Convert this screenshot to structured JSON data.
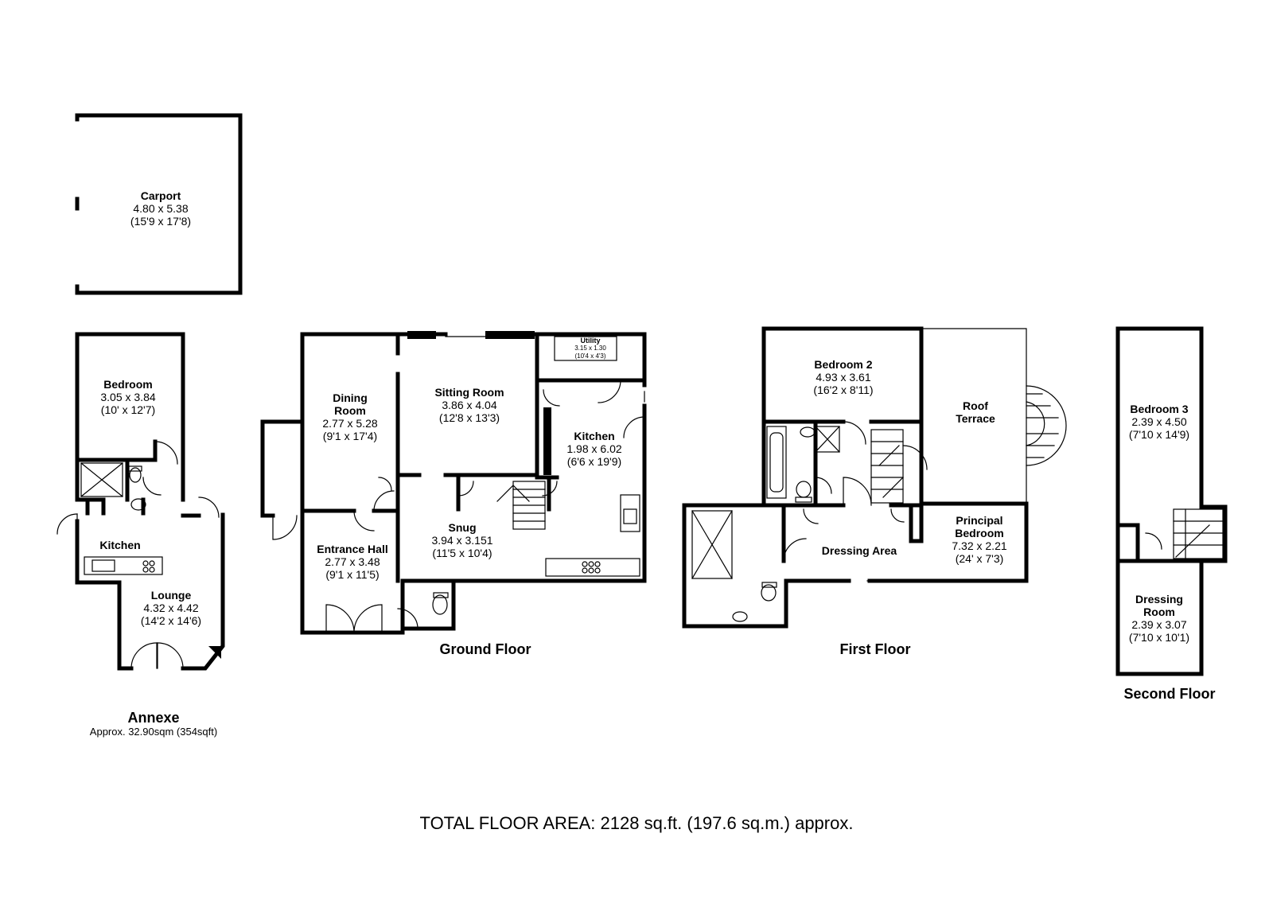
{
  "rooms": {
    "carport": {
      "name": "Carport",
      "dim1": "4.80 x 5.38",
      "dim2": "(15'9 x 17'8)"
    },
    "annexe_bedroom": {
      "name": "Bedroom",
      "dim1": "3.05 x 3.84",
      "dim2": "(10' x 12'7)"
    },
    "annexe_kitchen": {
      "name": "Kitchen"
    },
    "annexe_lounge": {
      "name": "Lounge",
      "dim1": "4.32 x 4.42",
      "dim2": "(14'2 x 14'6)"
    },
    "dining_room": {
      "name_line1": "Dining",
      "name_line2": "Room",
      "dim1": "2.77 x 5.28",
      "dim2": "(9'1 x 17'4)"
    },
    "sitting_room": {
      "name": "Sitting Room",
      "dim1": "3.86 x 4.04",
      "dim2": "(12'8 x 13'3)"
    },
    "utility": {
      "name": "Utility",
      "dim1": "3.15 x 1.30",
      "dim2": "(10'4 x 4'3)"
    },
    "kitchen": {
      "name": "Kitchen",
      "dim1": "1.98 x 6.02",
      "dim2": "(6'6 x 19'9)"
    },
    "snug": {
      "name": "Snug",
      "dim1": "3.94 x 3.151",
      "dim2": "(11'5 x 10'4)"
    },
    "entrance_hall": {
      "name": "Entrance Hall",
      "dim1": "2.77 x 3.48",
      "dim2": "(9'1 x 11'5)"
    },
    "bedroom_2": {
      "name": "Bedroom 2",
      "dim1": "4.93 x 3.61",
      "dim2": "(16'2 x 8'11)"
    },
    "roof_terrace": {
      "name_line1": "Roof",
      "name_line2": "Terrace"
    },
    "dressing_area": {
      "name": "Dressing Area"
    },
    "principal_bedroom": {
      "name_line1": "Principal",
      "name_line2": "Bedroom",
      "dim1": "7.32 x 2.21",
      "dim2": "(24' x 7'3)"
    },
    "bedroom_3": {
      "name": "Bedroom 3",
      "dim1": "2.39 x 4.50",
      "dim2": "(7'10 x 14'9)"
    },
    "dressing_room": {
      "name_line1": "Dressing",
      "name_line2": "Room",
      "dim1": "2.39 x 3.07",
      "dim2": "(7'10 x 10'1)"
    }
  },
  "floors": {
    "annexe": {
      "title": "Annexe",
      "area": "Approx. 32.90sqm (354sqft)"
    },
    "ground": {
      "title": "Ground  Floor"
    },
    "first": {
      "title": "First  Floor"
    },
    "second": {
      "title": "Second Floor"
    }
  },
  "total_area": "TOTAL FLOOR AREA: 2128 sq.ft. (197.6 sq.m.) approx."
}
